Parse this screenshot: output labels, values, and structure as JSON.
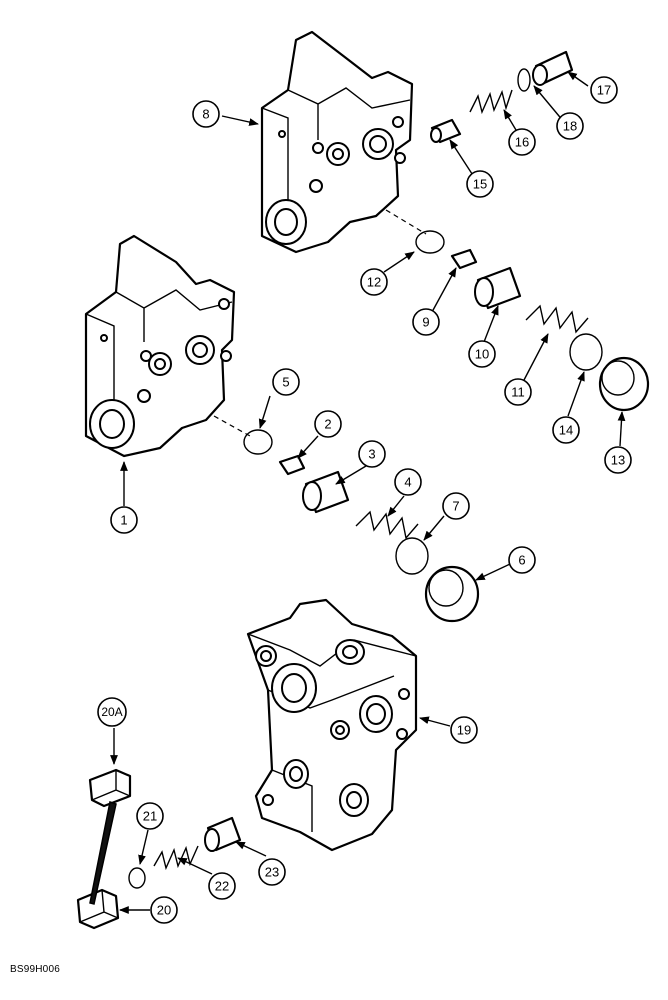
{
  "drawing_code": "BS99H006",
  "callouts": [
    "1",
    "2",
    "3",
    "4",
    "5",
    "6",
    "7",
    "8",
    "9",
    "10",
    "11",
    "12",
    "13",
    "14",
    "15",
    "16",
    "17",
    "18",
    "19",
    "20",
    "20A",
    "21",
    "22",
    "23"
  ],
  "colors": {
    "line": "#000000",
    "background": "#ffffff"
  }
}
